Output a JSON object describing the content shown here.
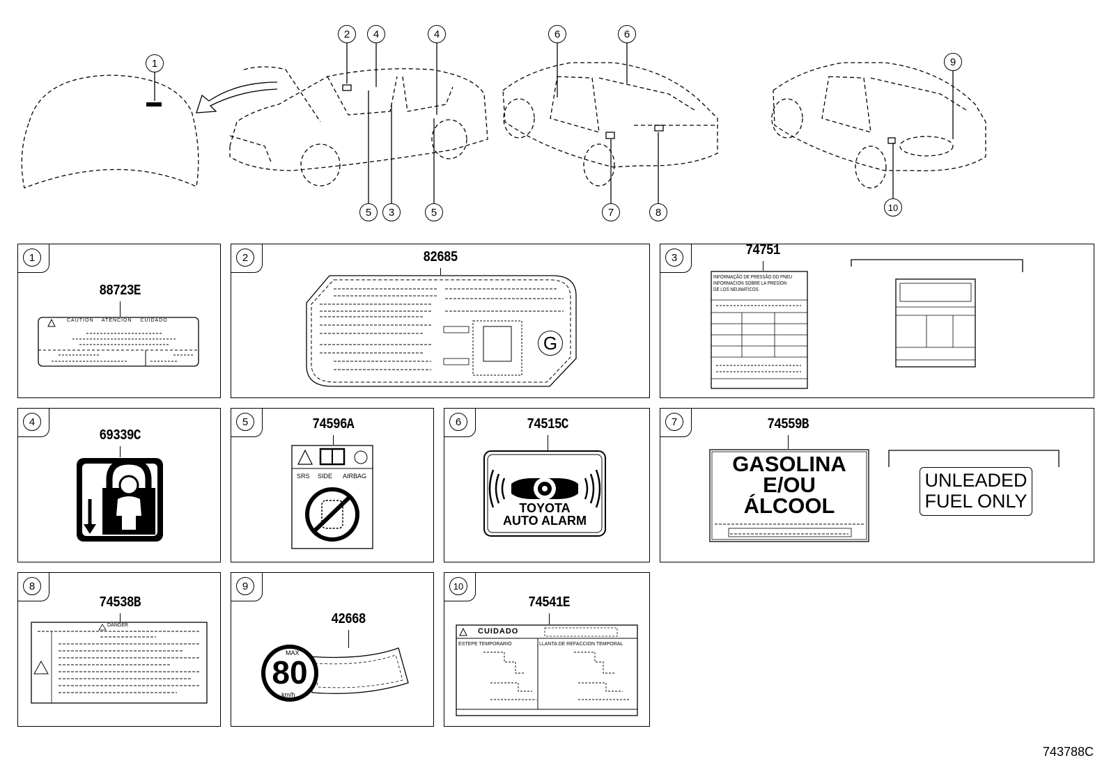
{
  "callouts": {
    "c1": "1",
    "c2": "2",
    "c3": "3",
    "c4": "4",
    "c5": "5",
    "c6": "6",
    "c7": "7",
    "c8": "8",
    "c9": "9",
    "c10": "10"
  },
  "panels": [
    {
      "num": "1",
      "part": "88723E"
    },
    {
      "num": "2",
      "part": "82685"
    },
    {
      "num": "3",
      "part": "74751"
    },
    {
      "num": "4",
      "part": "69339C"
    },
    {
      "num": "5",
      "part": "74596A"
    },
    {
      "num": "6",
      "part": "74515C"
    },
    {
      "num": "7",
      "part": "74559B"
    },
    {
      "num": "8",
      "part": "74538B"
    },
    {
      "num": "9",
      "part": "42668"
    },
    {
      "num": "10",
      "part": "74541E"
    }
  ],
  "labels": {
    "caution_row": "CAUTION    ATENCION    CUIDADO",
    "g_mark": "G",
    "tire_pt": "INFORMAÇÃO DE PRESSÃO DO PNEU",
    "tire_es": "INFORMACION SOBRE LA PRESION",
    "tire_es2": "DE LOS NEUMATICOS",
    "srs": "SRS",
    "side": "SIDE",
    "airbag": "AIRBAG",
    "toyota": "TOYOTA",
    "auto_alarm": "AUTO ALARM",
    "gasolina": "GASOLINA",
    "eou": "E/OU",
    "alcool": "ÁLCOOL",
    "unleaded": "UNLEADED",
    "fuel_only": "FUEL ONLY",
    "danger": "DANGER",
    "speed_max": "MAX",
    "speed_val": "80",
    "speed_unit": "km/h",
    "cuidado": "CUIDADO",
    "estepe": "ESTEPE TEMPORARIO",
    "llanta": "LLANTA DE REFACCION TEMPORAL"
  },
  "diagram_code": "743788C"
}
